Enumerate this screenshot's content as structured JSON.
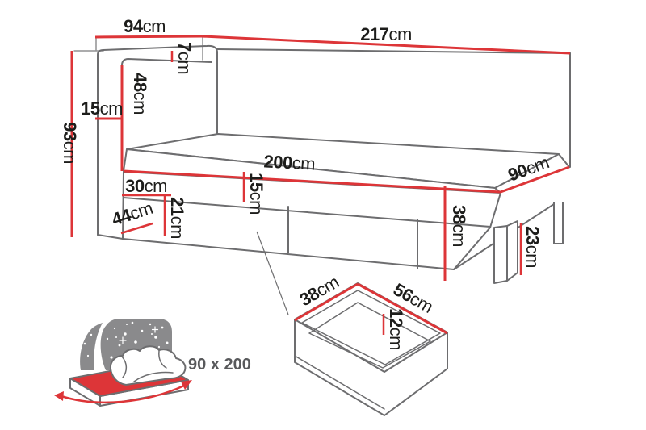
{
  "figure": {
    "type": "bed-dimension-diagram",
    "description": "Technical drawing of a single bed with headboard, under-bed drawers, drawer detail and size icon"
  },
  "colors": {
    "dimension_red": "#dd3538",
    "drawing_gray": "#6d6d6f",
    "icon_gray": "#8a8a8c",
    "label_dark": "#1d1d1b",
    "icon_label_gray": "#58595b",
    "background": "#ffffff"
  },
  "dimensions": {
    "headboard_width": {
      "num": "94",
      "unit": "cm"
    },
    "total_length": {
      "num": "217",
      "unit": "cm"
    },
    "headboard_top_thickness": {
      "num": "7",
      "unit": "cm"
    },
    "headboard_panel_height": {
      "num": "48",
      "unit": "cm"
    },
    "headboard_side_width": {
      "num": "15",
      "unit": "cm"
    },
    "total_height": {
      "num": "93",
      "unit": "cm"
    },
    "bed_length": {
      "num": "200",
      "unit": "cm"
    },
    "bed_width": {
      "num": "90",
      "unit": "cm"
    },
    "base_offset": {
      "num": "30",
      "unit": "cm"
    },
    "rail_height": {
      "num": "15",
      "unit": "cm"
    },
    "base_clearance": {
      "num": "21",
      "unit": "cm"
    },
    "base_depth": {
      "num": "44",
      "unit": "cm"
    },
    "frame_height": {
      "num": "38",
      "unit": "cm"
    },
    "leg_height": {
      "num": "23",
      "unit": "cm"
    },
    "drawer_width": {
      "num": "38",
      "unit": "cm"
    },
    "drawer_length": {
      "num": "56",
      "unit": "cm"
    },
    "drawer_depth": {
      "num": "12",
      "unit": "cm"
    }
  },
  "icon": {
    "size_label": "90 x 200"
  }
}
